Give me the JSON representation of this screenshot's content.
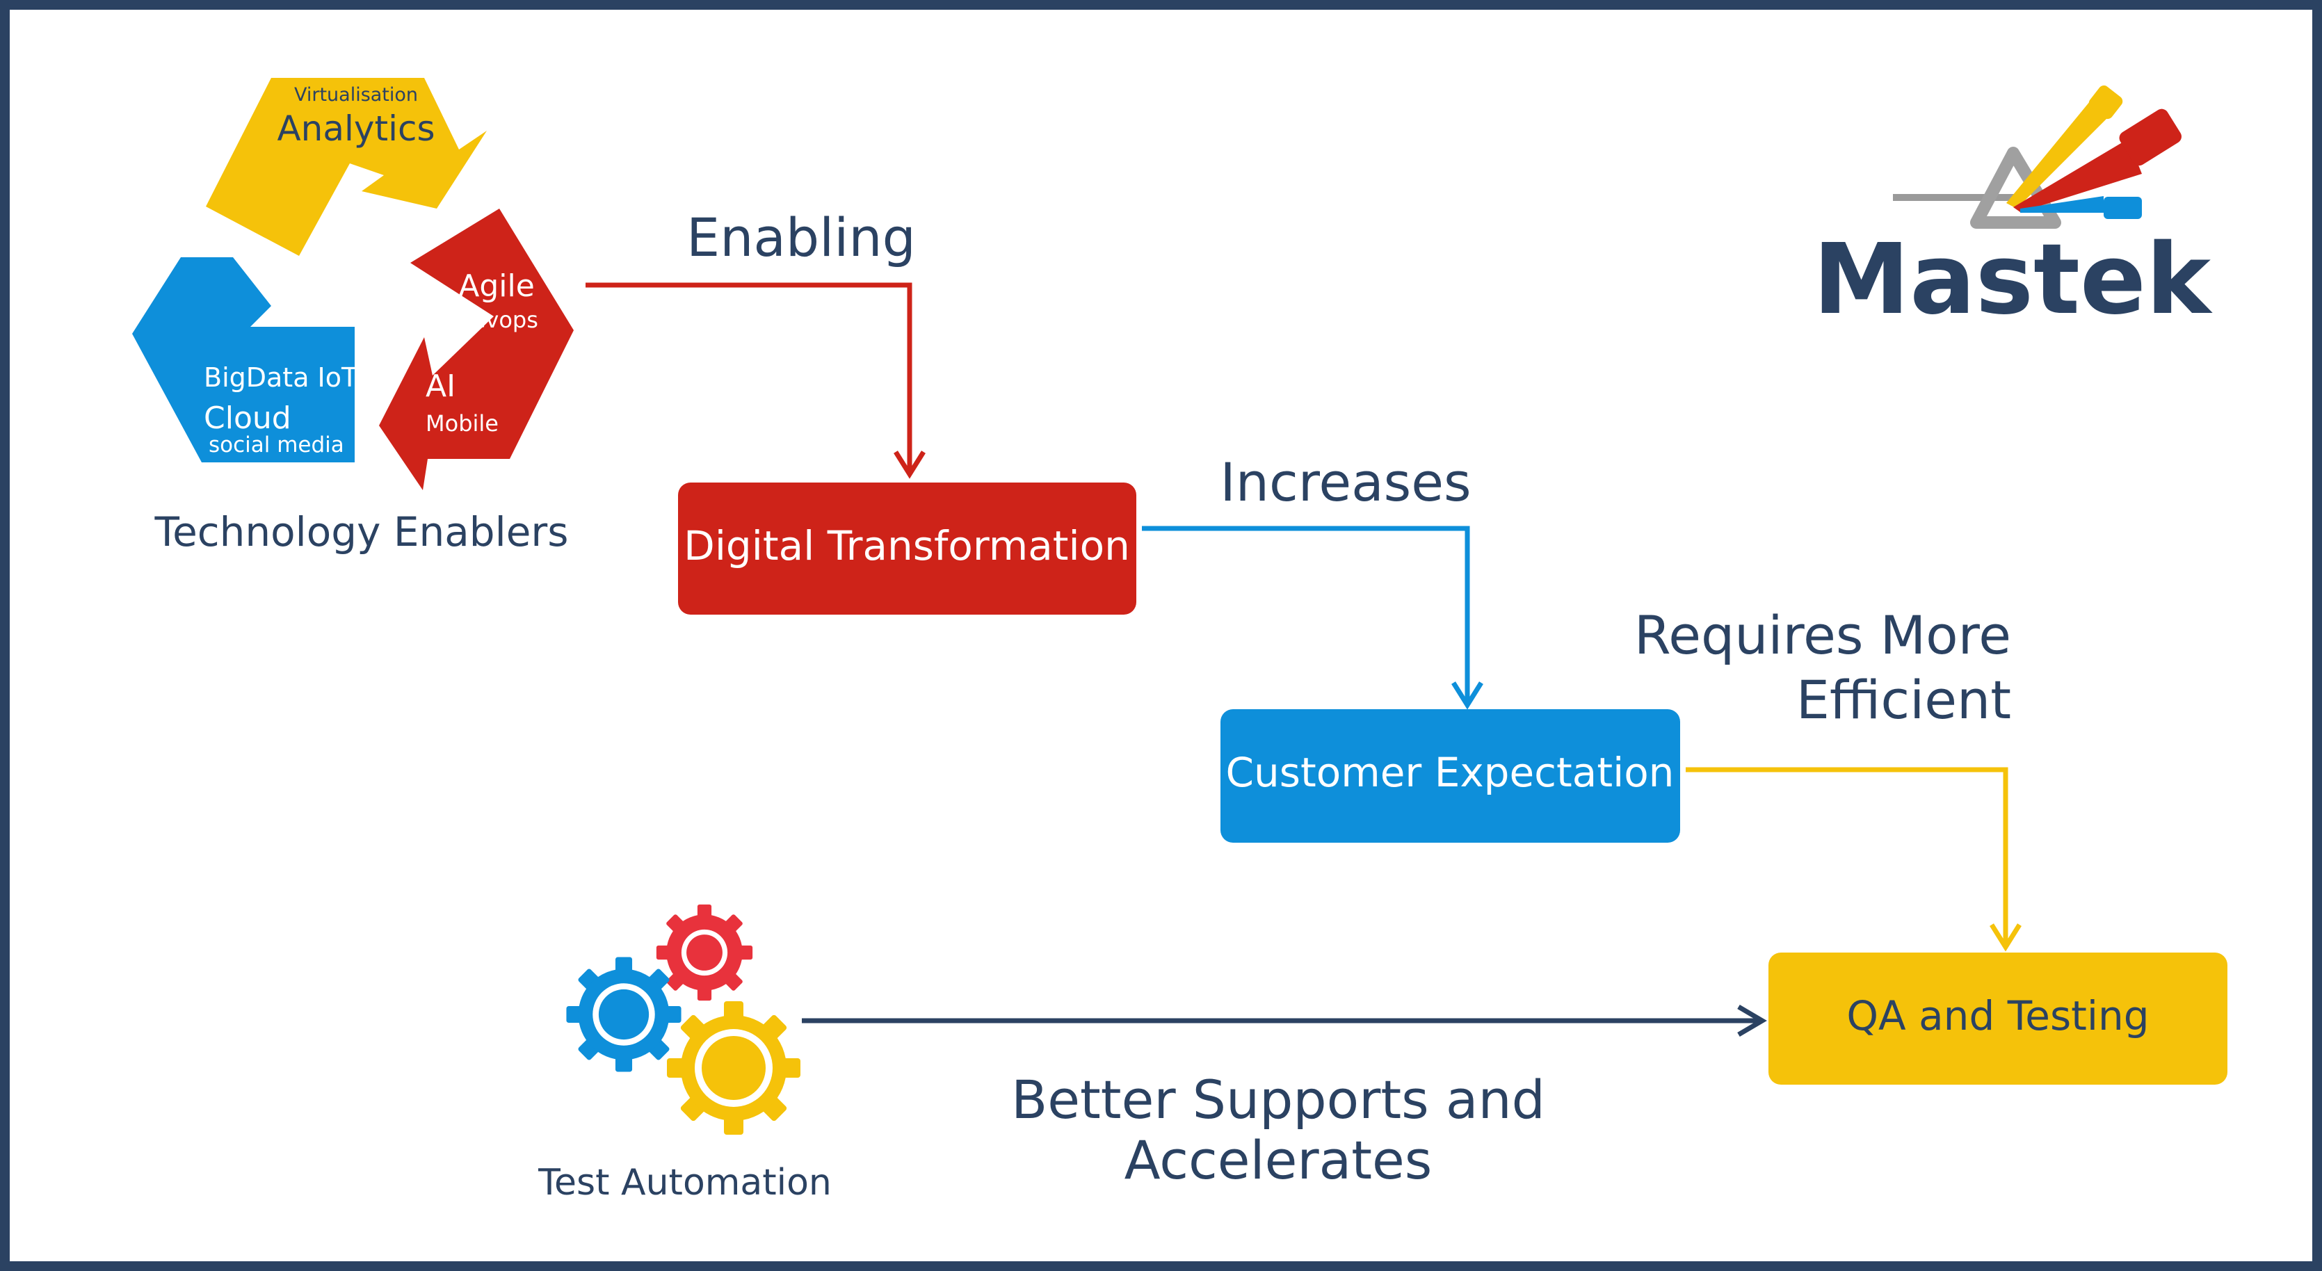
{
  "colors": {
    "navy": "#2B4262",
    "red": "#CE2319",
    "blue": "#0E8FDA",
    "yellow": "#F5C20A",
    "gray": "#9A9A9A",
    "white": "#FFFFFF"
  },
  "logo": {
    "name": "Mastek"
  },
  "enablers": {
    "caption": "Technology Enablers",
    "yellow_small": "Virtualisation",
    "yellow_big": "Analytics",
    "red_big_1": "Agile",
    "red_small_1": "Devops",
    "red_big_2": "AI",
    "red_small_2": "Mobile",
    "blue_1": "BigData IoT",
    "blue_2": "Cloud",
    "blue_3": "social media"
  },
  "boxes": {
    "digital": "Digital Transformation",
    "customer": "Customer Expectation",
    "qa": "QA and Testing"
  },
  "connectors": {
    "enabling": "Enabling",
    "increases": "Increases",
    "requires_1": "Requires More",
    "requires_2": "Efficient",
    "better_1": "Better Supports and",
    "better_2": "Accelerates"
  },
  "automation": {
    "caption": "Test Automation"
  }
}
